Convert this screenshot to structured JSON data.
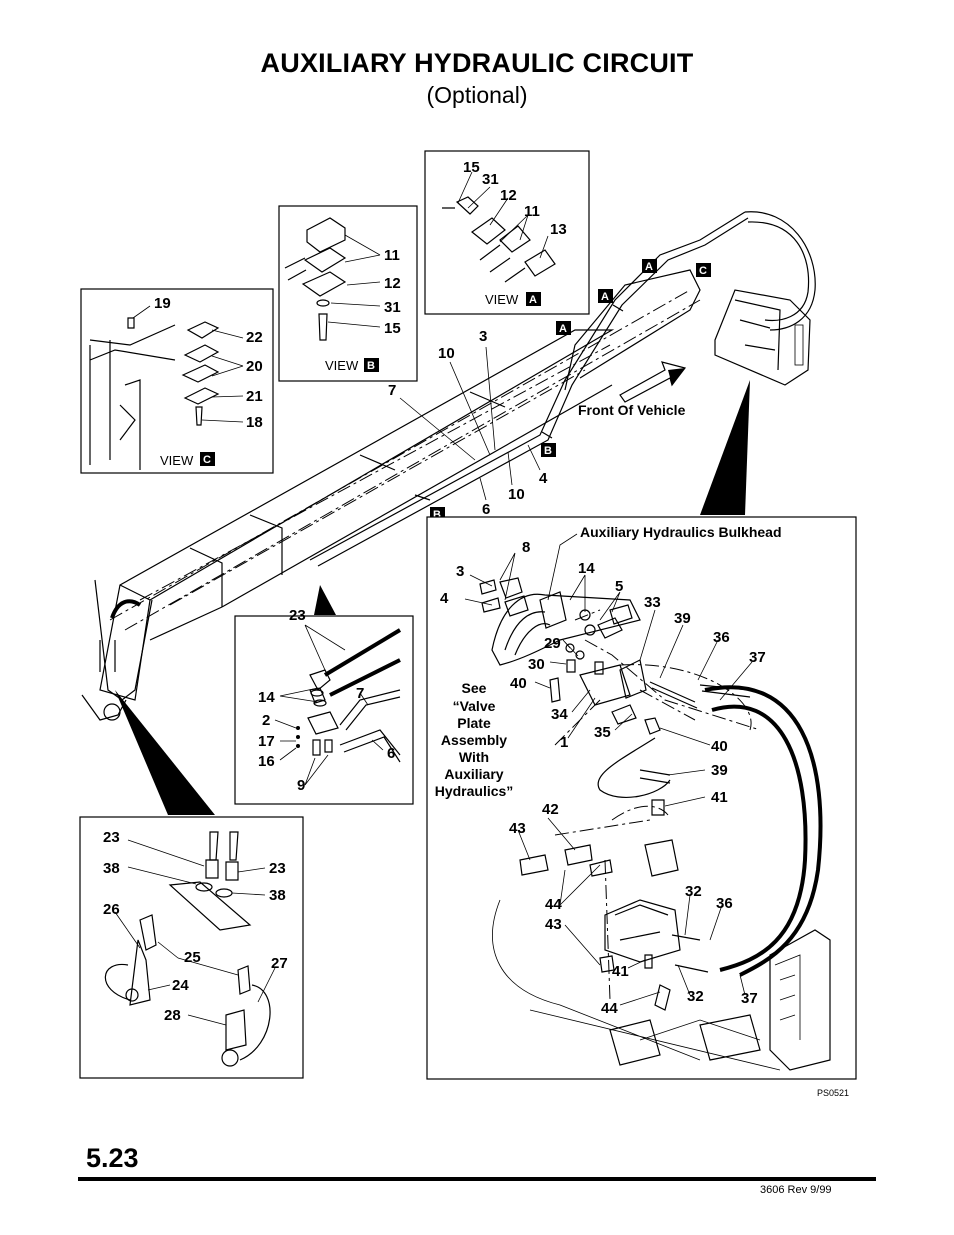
{
  "header": {
    "title": "AUXILIARY HYDRAULIC CIRCUIT",
    "subtitle": "(Optional)"
  },
  "views": {
    "view_a": {
      "label": "VIEW",
      "tag": "A",
      "callouts": [
        "15",
        "31",
        "12",
        "11",
        "13"
      ]
    },
    "view_b": {
      "label": "VIEW",
      "tag": "B",
      "callouts": [
        "11",
        "12",
        "31",
        "15"
      ]
    },
    "view_c": {
      "label": "VIEW",
      "tag": "C",
      "callouts": [
        "19",
        "22",
        "20",
        "21",
        "18"
      ]
    }
  },
  "main": {
    "callouts": [
      "3",
      "10",
      "7",
      "4",
      "10",
      "6"
    ],
    "section_tags": [
      "A",
      "C",
      "A",
      "A",
      "B",
      "B"
    ],
    "front_label": "Front Of Vehicle"
  },
  "detail_boom_end": {
    "callouts": [
      "23",
      "14",
      "7",
      "2",
      "17",
      "16",
      "6",
      "9"
    ]
  },
  "detail_couplers": {
    "callouts": [
      "23",
      "38",
      "23",
      "38",
      "26",
      "25",
      "27",
      "24",
      "28"
    ]
  },
  "detail_bulkhead": {
    "bulkhead_label": "Auxiliary Hydraulics Bulkhead",
    "see_note": [
      "See",
      "“Valve",
      "Plate",
      "Assembly",
      "With",
      "Auxiliary",
      "Hydraulics”"
    ],
    "callouts": [
      "8",
      "3",
      "14",
      "4",
      "5",
      "33",
      "39",
      "36",
      "37",
      "29",
      "30",
      "40",
      "34",
      "1",
      "35",
      "40",
      "39",
      "41",
      "42",
      "43",
      "44",
      "43",
      "32",
      "36",
      "41",
      "32",
      "37",
      "44"
    ]
  },
  "footer": {
    "page_number": "5.23",
    "revision": "3606   Rev   9/99",
    "figure_ref": "PS0521"
  }
}
